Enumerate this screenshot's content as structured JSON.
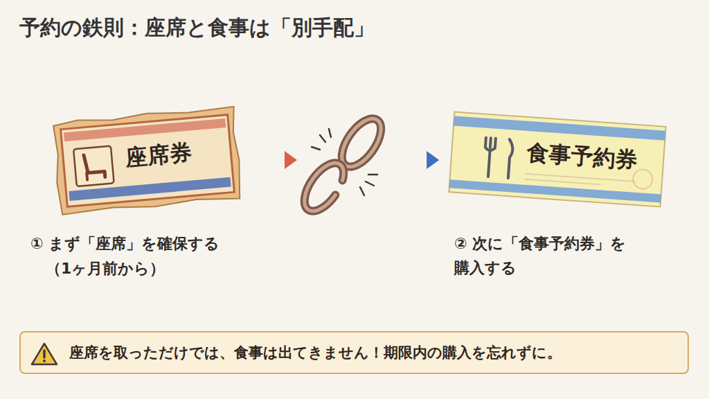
{
  "diagram": {
    "title": "予約の鉄則：座席と食事は「別手配」",
    "nodes": [
      {
        "text": [
          "座席券"
        ]
      },
      {
        "text": [
          "食事予約券"
        ]
      },
      {
        "text": [
          "座席を取っただけでは、食事は出てきません！期限内の購入を忘れずに。"
        ]
      }
    ],
    "edges": [
      {
        "from": 0,
        "to": 1,
        "arrow": "to"
      }
    ],
    "labels": [
      "① まず「座席」を確保する",
      "（1ヶ月前から）",
      "② 次に「食事予約券」を 購入する"
    ]
  }
}
